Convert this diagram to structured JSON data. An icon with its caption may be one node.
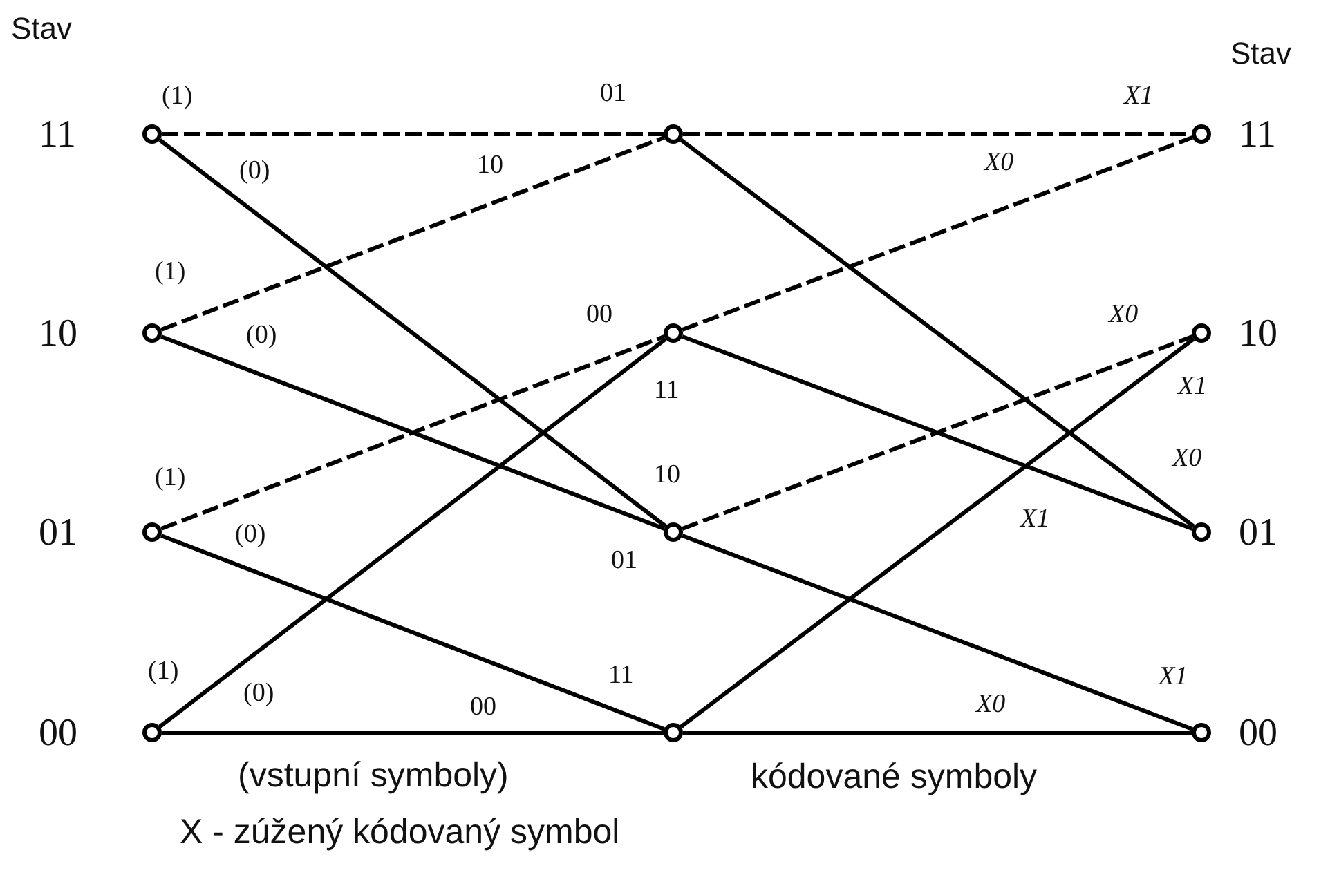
{
  "diagram": {
    "nodes": [
      {
        "text": [],
        "shape": "circle"
      },
      {
        "text": [],
        "shape": "circle"
      },
      {
        "text": [],
        "shape": "circle"
      },
      {
        "text": [],
        "shape": "circle"
      },
      {
        "text": [],
        "shape": "circle"
      },
      {
        "text": [],
        "shape": "circle"
      },
      {
        "text": [],
        "shape": "circle"
      },
      {
        "text": [],
        "shape": "circle"
      },
      {
        "text": [],
        "shape": "circle"
      },
      {
        "text": [],
        "shape": "circle"
      },
      {
        "text": [],
        "shape": "circle"
      },
      {
        "text": [],
        "shape": "circle"
      }
    ],
    "edges": [
      {
        "from": 0,
        "to": 4,
        "arrow": "none",
        "style": "dashed"
      },
      {
        "from": 0,
        "to": 6,
        "arrow": "none"
      },
      {
        "from": 1,
        "to": 4,
        "arrow": "none",
        "style": "dashed"
      },
      {
        "from": 1,
        "to": 6,
        "arrow": "none"
      },
      {
        "from": 2,
        "to": 5,
        "arrow": "none",
        "style": "dashed"
      },
      {
        "from": 2,
        "to": 7,
        "arrow": "none"
      },
      {
        "from": 3,
        "to": 5,
        "arrow": "none"
      },
      {
        "from": 3,
        "to": 7,
        "arrow": "none"
      },
      {
        "from": 4,
        "to": 8,
        "arrow": "none",
        "style": "dashed"
      },
      {
        "from": 4,
        "to": 10,
        "arrow": "none"
      },
      {
        "from": 5,
        "to": 8,
        "arrow": "none",
        "style": "dashed"
      },
      {
        "from": 5,
        "to": 10,
        "arrow": "none"
      },
      {
        "from": 6,
        "to": 9,
        "arrow": "none",
        "style": "dashed"
      },
      {
        "from": 6,
        "to": 11,
        "arrow": "none"
      },
      {
        "from": 7,
        "to": 9,
        "arrow": "none"
      },
      {
        "from": 7,
        "to": 11,
        "arrow": "none"
      }
    ],
    "labels": [
      "Stav",
      "Stav",
      "(1)",
      "01",
      "X1",
      "11",
      "11",
      "(0)",
      "10",
      "X0",
      "(1)",
      "00",
      "X0",
      "10",
      "(0)",
      "10",
      "11",
      "X1",
      "(1)",
      "10",
      "X0",
      "01",
      "(0)",
      "X1",
      "01",
      "01",
      "(1)",
      "(0)",
      "00",
      "11",
      "X0",
      "X1",
      "00",
      "00",
      "(vstupní symboly)",
      "kódované symboly",
      "X - zúžený kódovaný symbol"
    ]
  }
}
